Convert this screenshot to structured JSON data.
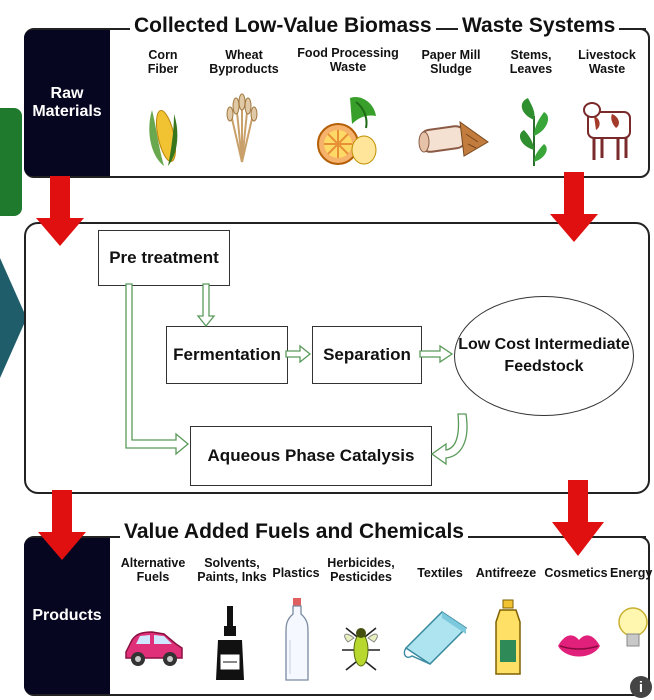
{
  "raw_panel": {
    "label": "Raw\nMaterials",
    "title_left": "Collected Low-Value Biomass",
    "title_right": "Waste Systems",
    "items": [
      {
        "label": "Corn\nFiber",
        "icon": "corn-icon"
      },
      {
        "label": "Wheat\nByproducts",
        "icon": "wheat-icon"
      },
      {
        "label": "Food Processing\nWaste",
        "icon": "food-waste-icon"
      },
      {
        "label": "Paper Mill\nSludge",
        "icon": "paper-sludge-icon"
      },
      {
        "label": "Stems,\nLeaves",
        "icon": "leaves-icon"
      },
      {
        "label": "Livestock\nWaste",
        "icon": "cow-icon"
      }
    ]
  },
  "process": {
    "pretreatment": "Pre treatment",
    "fermentation": "Fermentation",
    "separation": "Separation",
    "intermediate": "Low Cost Intermediate\nFeedstock",
    "catalysis": "Aqueous Phase Catalysis"
  },
  "products_panel": {
    "label": "Products",
    "title": "Value Added Fuels and Chemicals",
    "items": [
      {
        "label": "Alternative\nFuels",
        "icon": "car-icon"
      },
      {
        "label": "Solvents,\nPaints, Inks",
        "icon": "ink-bottle-icon"
      },
      {
        "label": "Plastics",
        "icon": "plastic-bottle-icon"
      },
      {
        "label": "Herbicides,\nPesticides",
        "icon": "insect-icon"
      },
      {
        "label": "Textiles",
        "icon": "fabric-icon"
      },
      {
        "label": "Antifreeze",
        "icon": "antifreeze-jug-icon"
      },
      {
        "label": "Cosmetics",
        "icon": "lips-icon"
      },
      {
        "label": "Energy",
        "icon": "lightbulb-icon"
      }
    ]
  },
  "colors": {
    "arrow_red": "#e01010",
    "arrow_green": "#8fd48f",
    "panel_black": "#060620"
  }
}
